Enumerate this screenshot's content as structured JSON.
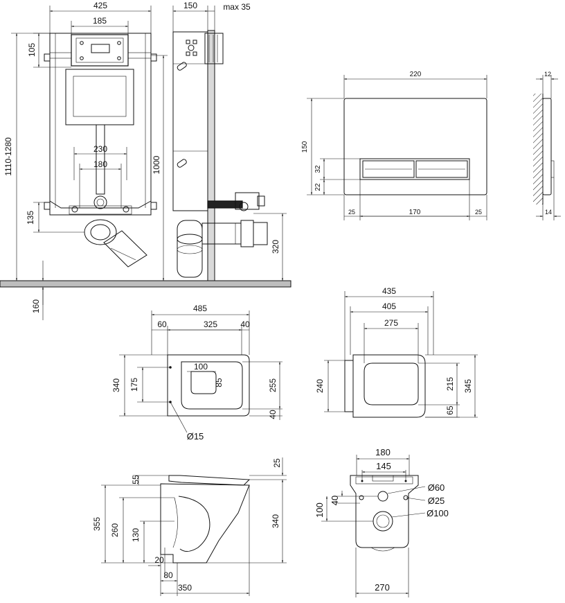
{
  "frame": {
    "dims": {
      "w425": "425",
      "w185": "185",
      "h105": "105",
      "h1110": "1110-1280",
      "w230": "230",
      "w180": "180",
      "h135": "135",
      "h160": "160",
      "h1000": "1000"
    }
  },
  "side": {
    "dims": {
      "d150": "150",
      "max35": "max 35",
      "h320": "320"
    }
  },
  "plate": {
    "dims": {
      "w220": "220",
      "h150": "150",
      "h32": "32",
      "h22": "22",
      "w25a": "25",
      "w170": "170",
      "w25b": "25",
      "t12": "12",
      "t14": "14"
    }
  },
  "bowl_top": {
    "dims": {
      "w485": "485",
      "w60": "60",
      "w325": "325",
      "w40a": "40",
      "w100": "100",
      "h340": "340",
      "h175": "175",
      "h85": "85",
      "h255": "255",
      "h40b": "40",
      "dia15": "Ø15"
    }
  },
  "seat_top": {
    "dims": {
      "w435": "435",
      "w405": "405",
      "w275": "275",
      "h240": "240",
      "h215": "215",
      "h345": "345",
      "h65": "65"
    }
  },
  "bowl_side": {
    "dims": {
      "h25": "25",
      "h55": "55",
      "h355": "355",
      "h260": "260",
      "h130": "130",
      "h340": "340",
      "w20": "20",
      "w80": "80",
      "w350": "350"
    }
  },
  "bowl_back": {
    "dims": {
      "w180": "180",
      "w145": "145",
      "h40": "40",
      "h100": "100",
      "dia60": "Ø60",
      "dia25": "Ø25",
      "dia100": "Ø100",
      "w270": "270"
    }
  }
}
